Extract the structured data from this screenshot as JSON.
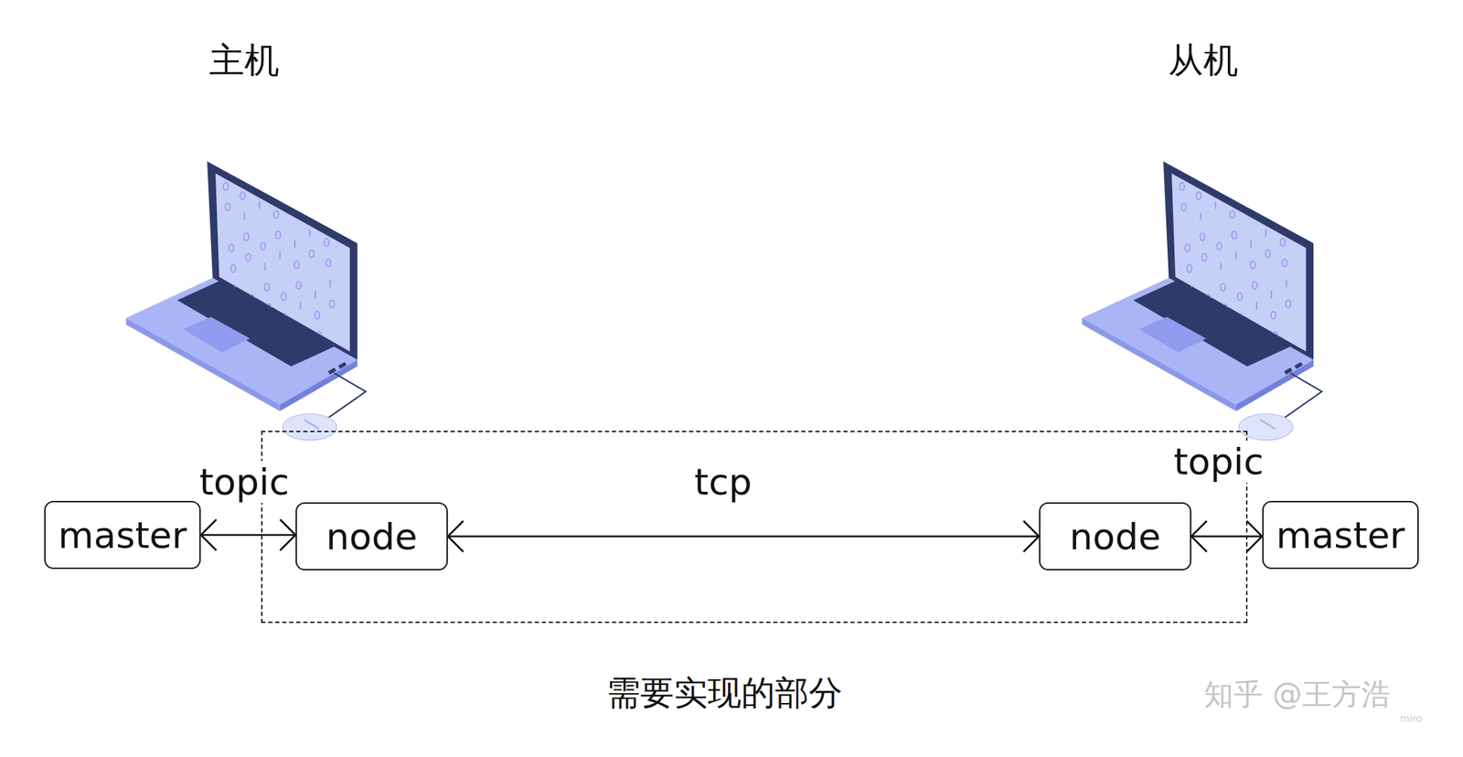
{
  "diagram": {
    "nodes": [
      {
        "text": [
          "master"
        ]
      },
      {
        "text": [
          "需要实现的部分"
        ]
      },
      {
        "text": [
          "node"
        ],
        "in": 1
      },
      {
        "text": [
          "node"
        ],
        "in": 1
      },
      {
        "text": [
          "master"
        ]
      }
    ],
    "edges": [
      {
        "from": 0,
        "to": 2,
        "label": "topic",
        "arrow": "both"
      },
      {
        "from": 2,
        "to": 3,
        "label": "tcp",
        "arrow": "both"
      },
      {
        "from": 3,
        "to": 4,
        "label": "topic",
        "arrow": "both"
      }
    ],
    "labels": [
      "主机",
      "从机",
      "知乎 @王方浩",
      "miro"
    ]
  }
}
